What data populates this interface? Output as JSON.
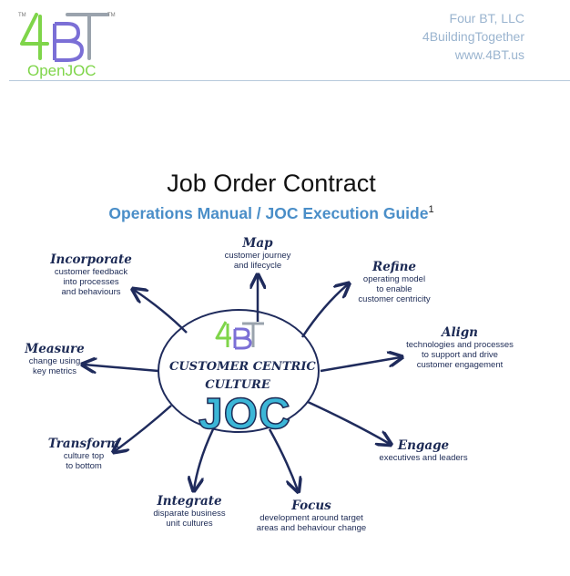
{
  "header": {
    "logo": {
      "mark": "4BT",
      "tm": "TM",
      "name": "OpenJOC"
    },
    "company_lines": [
      "Four BT, LLC",
      "4BuildingTogether",
      "www.4BT.us"
    ]
  },
  "document": {
    "title": "Job Order Contract",
    "subtitle": "Operations Manual / JOC Execution Guide",
    "footnote_marker": "1"
  },
  "diagram": {
    "center": {
      "logo_mark": "4BT",
      "line1": "CUSTOMER CENTRIC",
      "line2": "CULTURE",
      "brand": "JOC"
    },
    "nodes": [
      {
        "id": "map",
        "heading": "Map",
        "description": [
          "customer journey",
          "and lifecycle"
        ]
      },
      {
        "id": "refine",
        "heading": "Refine",
        "description": [
          "operating model",
          "to enable",
          "customer centricity"
        ]
      },
      {
        "id": "align",
        "heading": "Align",
        "description": [
          "technologies and processes",
          "to support and drive",
          "customer engagement"
        ]
      },
      {
        "id": "engage",
        "heading": "Engage",
        "description": [
          "executives and leaders"
        ]
      },
      {
        "id": "focus",
        "heading": "Focus",
        "description": [
          "development around target",
          "areas and behaviour change"
        ]
      },
      {
        "id": "integrate",
        "heading": "Integrate",
        "description": [
          "disparate business",
          "unit cultures"
        ]
      },
      {
        "id": "transform",
        "heading": "Transform",
        "description": [
          "culture top",
          "to bottom"
        ]
      },
      {
        "id": "measure",
        "heading": "Measure",
        "description": [
          "change using",
          "key metrics"
        ]
      },
      {
        "id": "incorporate",
        "heading": "Incorporate",
        "description": [
          "customer feedback",
          "into processes",
          "and behaviours"
        ]
      }
    ],
    "colors": {
      "arrow": "#1f2b5c",
      "brand_green": "#7fd54a",
      "brand_purple": "#7b6fd6",
      "brand_blue": "#3bb6d7"
    }
  }
}
